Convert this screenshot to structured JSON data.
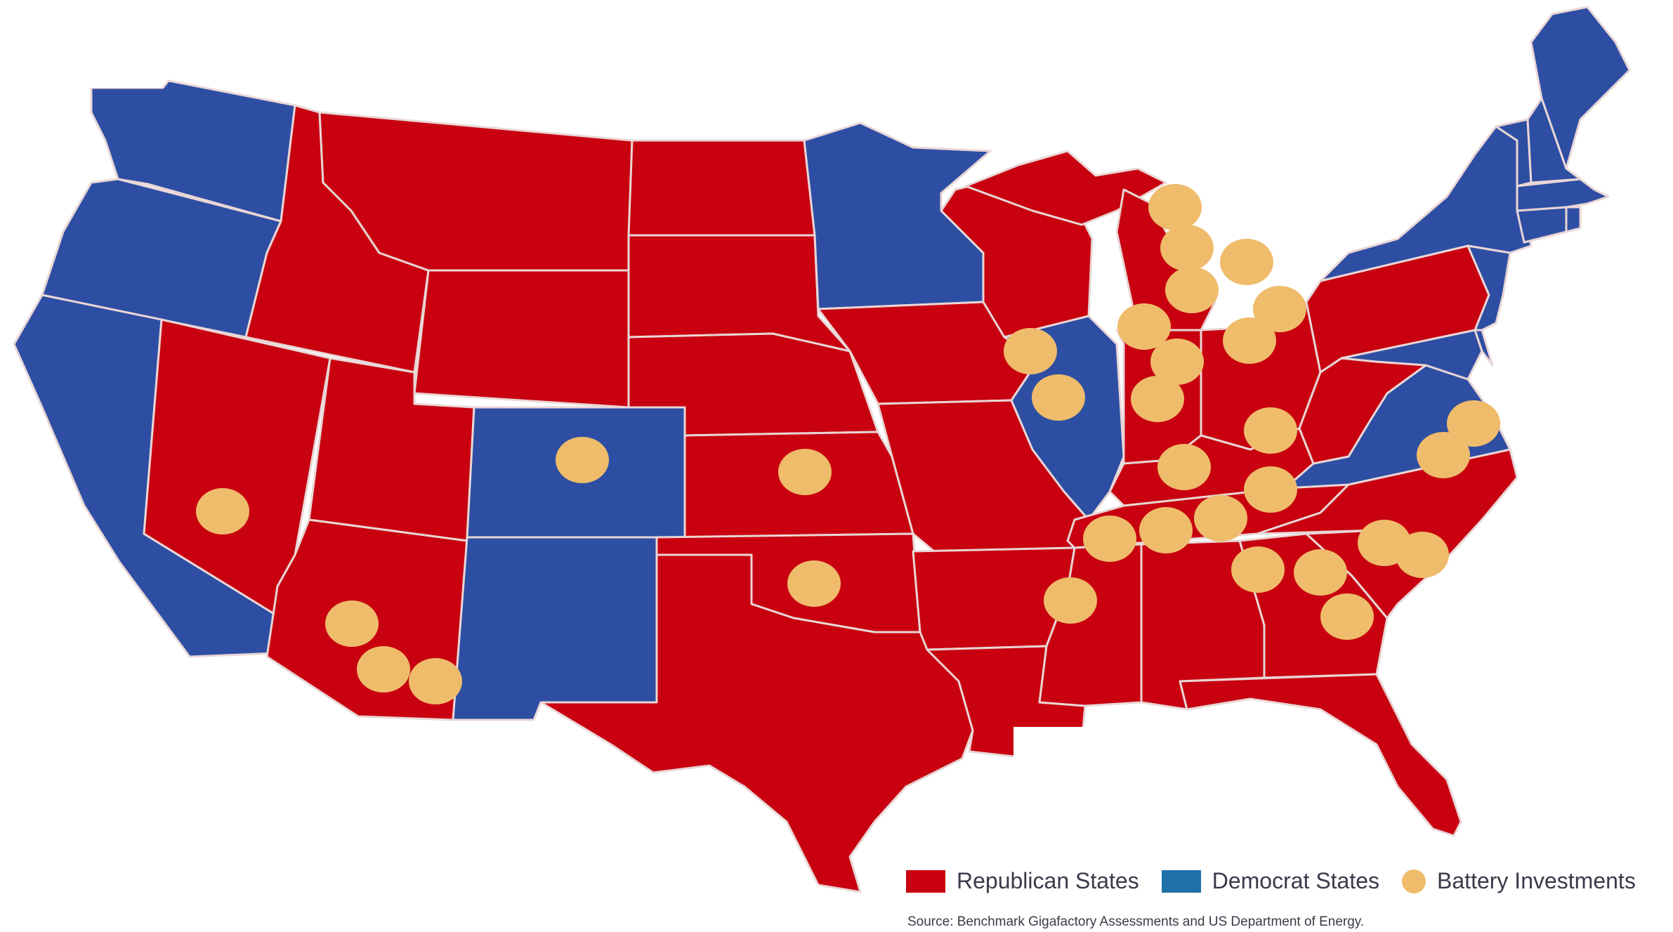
{
  "colors": {
    "republican": "#c8000f",
    "democrat": "#2e4ea3",
    "battery": "#efbc6b",
    "legend_democrat_swatch": "#1f6fa8"
  },
  "legend": {
    "republican_label": "Republican States",
    "democrat_label": "Democrat States",
    "battery_label": "Battery Investments"
  },
  "source": "Source: Benchmark Gigafactory Assessments and US Department of Energy.",
  "regions": [
    {
      "name": "washington",
      "party": "democrat"
    },
    {
      "name": "oregon",
      "party": "democrat"
    },
    {
      "name": "california",
      "party": "democrat"
    },
    {
      "name": "idaho",
      "party": "republican"
    },
    {
      "name": "nevada",
      "party": "republican"
    },
    {
      "name": "montana",
      "party": "republican"
    },
    {
      "name": "wyoming",
      "party": "republican"
    },
    {
      "name": "utah",
      "party": "republican"
    },
    {
      "name": "arizona",
      "party": "republican"
    },
    {
      "name": "colorado",
      "party": "democrat"
    },
    {
      "name": "new-mexico",
      "party": "democrat"
    },
    {
      "name": "north-dakota",
      "party": "republican"
    },
    {
      "name": "south-dakota",
      "party": "republican"
    },
    {
      "name": "nebraska",
      "party": "republican"
    },
    {
      "name": "kansas",
      "party": "republican"
    },
    {
      "name": "oklahoma",
      "party": "republican"
    },
    {
      "name": "texas",
      "party": "republican"
    },
    {
      "name": "minnesota",
      "party": "democrat"
    },
    {
      "name": "iowa",
      "party": "republican"
    },
    {
      "name": "missouri",
      "party": "republican"
    },
    {
      "name": "arkansas",
      "party": "republican"
    },
    {
      "name": "louisiana",
      "party": "republican"
    },
    {
      "name": "wisconsin",
      "party": "republican"
    },
    {
      "name": "illinois",
      "party": "democrat"
    },
    {
      "name": "michigan",
      "party": "republican"
    },
    {
      "name": "indiana",
      "party": "republican"
    },
    {
      "name": "ohio",
      "party": "republican"
    },
    {
      "name": "kentucky",
      "party": "republican"
    },
    {
      "name": "tennessee",
      "party": "republican"
    },
    {
      "name": "mississippi",
      "party": "republican"
    },
    {
      "name": "alabama",
      "party": "republican"
    },
    {
      "name": "georgia",
      "party": "republican"
    },
    {
      "name": "florida",
      "party": "republican"
    },
    {
      "name": "south-carolina",
      "party": "republican"
    },
    {
      "name": "north-carolina",
      "party": "republican"
    },
    {
      "name": "virginia",
      "party": "democrat"
    },
    {
      "name": "west-virginia",
      "party": "republican"
    },
    {
      "name": "pennsylvania",
      "party": "republican"
    },
    {
      "name": "new-york",
      "party": "democrat"
    },
    {
      "name": "new-jersey",
      "party": "democrat"
    },
    {
      "name": "maryland",
      "party": "democrat"
    },
    {
      "name": "delaware",
      "party": "democrat"
    },
    {
      "name": "connecticut",
      "party": "democrat"
    },
    {
      "name": "rhode-island",
      "party": "democrat"
    },
    {
      "name": "massachusetts",
      "party": "democrat"
    },
    {
      "name": "vermont",
      "party": "democrat"
    },
    {
      "name": "new-hampshire",
      "party": "democrat"
    },
    {
      "name": "maine",
      "party": "democrat"
    }
  ]
}
